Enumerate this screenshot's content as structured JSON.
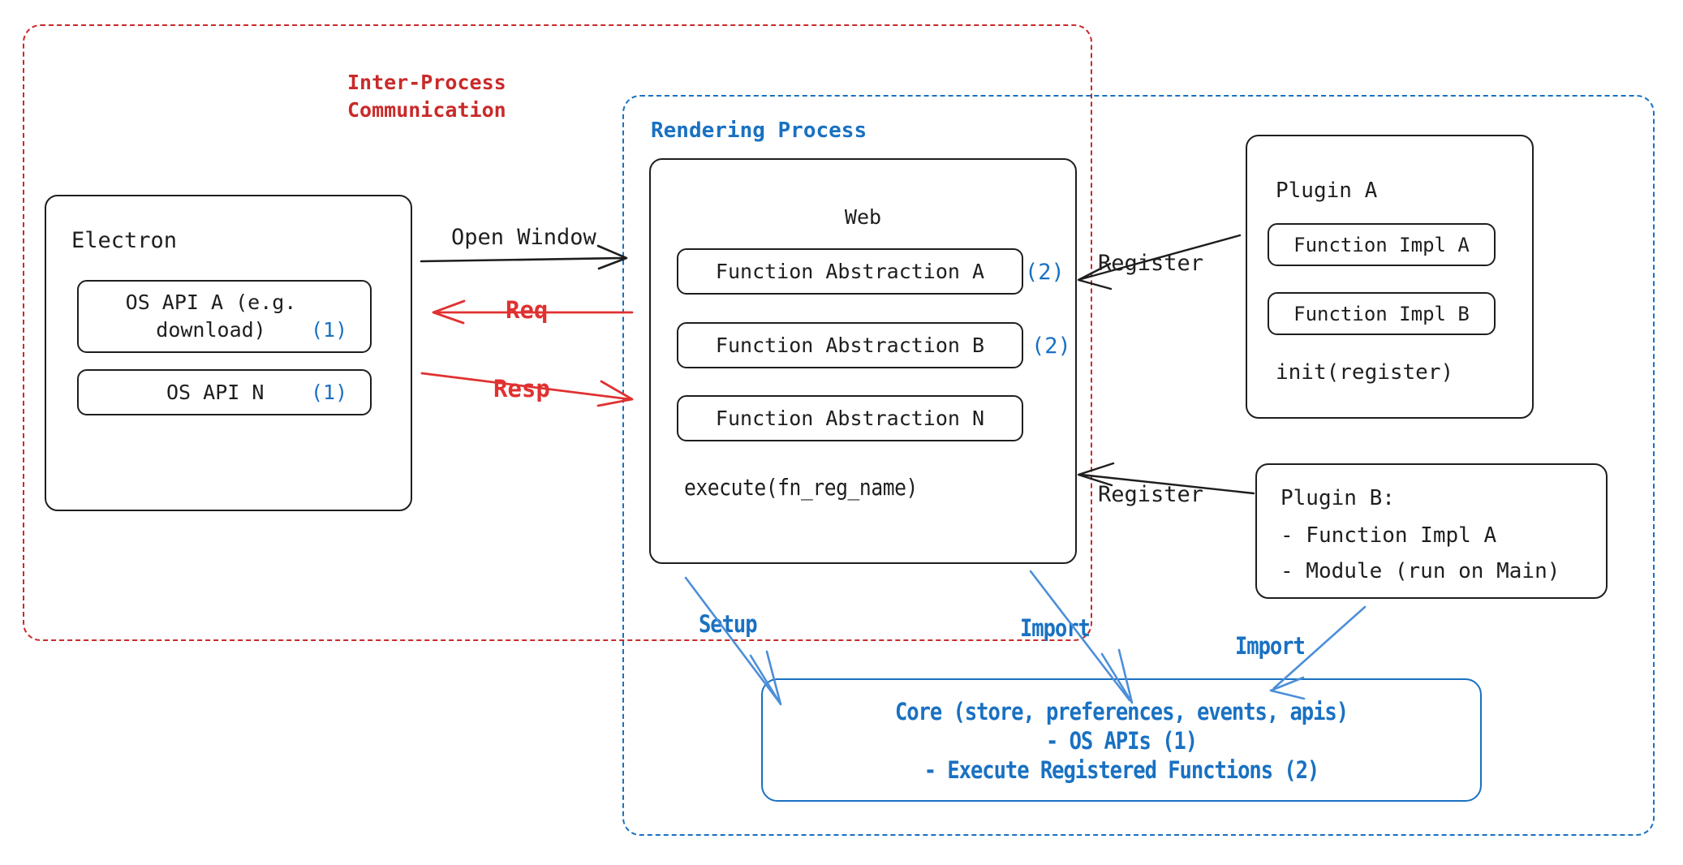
{
  "diagram": {
    "title": "Electron plugin architecture",
    "colors": {
      "ink": "#1e1e1e",
      "blue": "#1971c2",
      "red": "#c92a2a",
      "background": "#ffffff"
    }
  },
  "containers": {
    "ipc": {
      "label": "Inter-Process\nCommunication",
      "label_line1": "Inter-Process",
      "label_line2": "Communication",
      "style": "dashed",
      "color": "#c92a2a"
    },
    "rendering": {
      "label": "Rendering Process",
      "style": "dashed",
      "color": "#1971c2"
    }
  },
  "electron": {
    "title": "Electron",
    "apis": [
      {
        "label": "OS API A (e.g.\n  download)",
        "line1": "OS API A (e.g.",
        "line2": "download)",
        "badge": "(1)"
      },
      {
        "label": "OS API N",
        "line1": "OS API N",
        "line2": "",
        "badge": "(1)"
      }
    ]
  },
  "web": {
    "title": "Web",
    "abstractions": [
      {
        "label": "Function Abstraction A",
        "badge": "(2)"
      },
      {
        "label": "Function Abstraction B",
        "badge": "(2)"
      },
      {
        "label": "Function Abstraction N",
        "badge": ""
      }
    ],
    "footer": "execute(fn_reg_name)"
  },
  "plugin_a": {
    "title": "Plugin A",
    "items": [
      {
        "label": "Function Impl A"
      },
      {
        "label": "Function Impl B"
      }
    ],
    "footer": "init(register)"
  },
  "plugin_b": {
    "title": "Plugin B:",
    "line1": "Plugin B:",
    "line2": "- Function Impl A",
    "line3": "- Module (run on Main)"
  },
  "core": {
    "line1": "Core (store, preferences, events, apis)",
    "line2": "- OS APIs (1)",
    "line3": "- Execute Registered Functions (2)"
  },
  "edges": [
    {
      "id": "open-window",
      "label": "Open Window",
      "color": "#1e1e1e"
    },
    {
      "id": "req",
      "label": "Req",
      "color": "#e03131"
    },
    {
      "id": "resp",
      "label": "Resp",
      "color": "#e03131"
    },
    {
      "id": "register-a",
      "label": "Register",
      "color": "#1e1e1e"
    },
    {
      "id": "register-b",
      "label": "Register",
      "color": "#1e1e1e"
    },
    {
      "id": "setup",
      "label": "Setup",
      "color": "#1971c2"
    },
    {
      "id": "import-web",
      "label": "Import",
      "color": "#1971c2"
    },
    {
      "id": "import-plugin-b",
      "label": "Import",
      "color": "#1971c2"
    }
  ]
}
